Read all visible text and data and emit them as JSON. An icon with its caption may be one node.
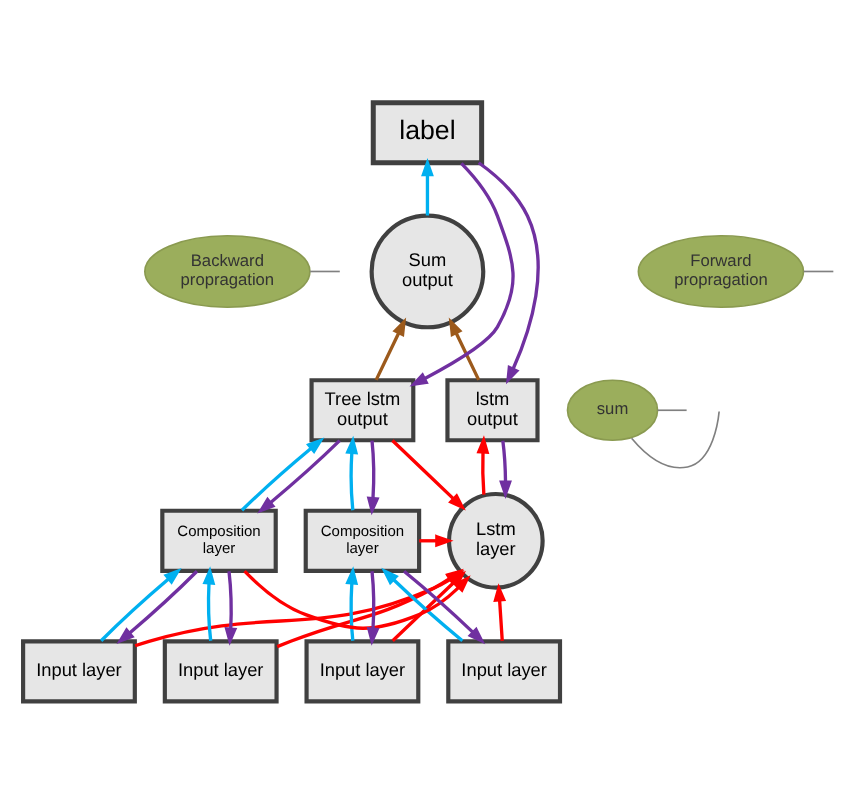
{
  "diagram": {
    "nodes": [
      {
        "text": [
          "label"
        ]
      },
      {
        "text": [
          "Backward propragation"
        ]
      },
      {
        "text": [
          "Sum output"
        ]
      },
      {
        "text": [
          "Forward propragation"
        ]
      },
      {
        "text": [
          "Tree lstm output"
        ]
      },
      {
        "text": [
          "sum"
        ]
      },
      {
        "text": [
          "lstm output"
        ]
      },
      {
        "text": [
          "Composition layer"
        ]
      },
      {
        "text": [
          "Composition layer"
        ]
      },
      {
        "text": [
          "Lstm layer"
        ]
      },
      {
        "text": [
          "Input layer"
        ]
      },
      {
        "text": [
          "Input layer"
        ]
      },
      {
        "text": [
          "Input layer"
        ]
      },
      {
        "text": [
          "Input layer"
        ]
      }
    ],
    "edges": [
      {
        "from": 0,
        "to": 4,
        "arrow": "to",
        "color": "#7030a0"
      },
      {
        "from": 0,
        "to": 6,
        "arrow": "to",
        "color": "#7030a0"
      },
      {
        "from": 2,
        "to": 0,
        "arrow": "to",
        "color": "#00b0f0"
      },
      {
        "from": 4,
        "to": 2,
        "arrow": "to",
        "color": "#9c5a1c"
      },
      {
        "from": 6,
        "to": 2,
        "arrow": "to",
        "color": "#9c5a1c"
      },
      {
        "from": 4,
        "to": 7,
        "arrow": "to",
        "color": "#7030a0"
      },
      {
        "from": 7,
        "to": 4,
        "arrow": "to",
        "color": "#00b0f0"
      },
      {
        "from": 4,
        "to": 8,
        "arrow": "to",
        "color": "#7030a0"
      },
      {
        "from": 8,
        "to": 4,
        "arrow": "to",
        "color": "#00b0f0"
      },
      {
        "from": 6,
        "to": 9,
        "arrow": "to",
        "color": "#7030a0"
      },
      {
        "from": 9,
        "to": 6,
        "arrow": "to",
        "color": "#ff0000"
      },
      {
        "from": 7,
        "to": 10,
        "arrow": "to",
        "color": "#7030a0"
      },
      {
        "from": 10,
        "to": 7,
        "arrow": "to",
        "color": "#00b0f0"
      },
      {
        "from": 7,
        "to": 11,
        "arrow": "to",
        "color": "#7030a0"
      },
      {
        "from": 11,
        "to": 7,
        "arrow": "to",
        "color": "#00b0f0"
      },
      {
        "from": 8,
        "to": 12,
        "arrow": "to",
        "color": "#7030a0"
      },
      {
        "from": 12,
        "to": 8,
        "arrow": "to",
        "color": "#00b0f0"
      },
      {
        "from": 8,
        "to": 13,
        "arrow": "to",
        "color": "#7030a0"
      },
      {
        "from": 13,
        "to": 8,
        "arrow": "to",
        "color": "#00b0f0"
      },
      {
        "from": 10,
        "to": 9,
        "arrow": "to",
        "color": "#ff0000"
      },
      {
        "from": 7,
        "to": 9,
        "arrow": "to",
        "color": "#ff0000"
      },
      {
        "from": 11,
        "to": 9,
        "arrow": "to",
        "color": "#ff0000"
      },
      {
        "from": 4,
        "to": 9,
        "arrow": "to",
        "color": "#ff0000"
      },
      {
        "from": 12,
        "to": 9,
        "arrow": "to",
        "color": "#ff0000"
      },
      {
        "from": 8,
        "to": 9,
        "arrow": "to",
        "color": "#ff0000"
      },
      {
        "from": 13,
        "to": 9,
        "arrow": "to",
        "color": "#ff0000"
      },
      {
        "from": 1,
        "to": null,
        "arrow": "none",
        "color": "#808080"
      },
      {
        "from": 3,
        "to": null,
        "arrow": "none",
        "color": "#808080"
      },
      {
        "from": 5,
        "to": null,
        "arrow": "none",
        "color": "#808080"
      },
      {
        "from": 5,
        "to": null,
        "arrow": "none",
        "color": "#808080"
      }
    ]
  }
}
